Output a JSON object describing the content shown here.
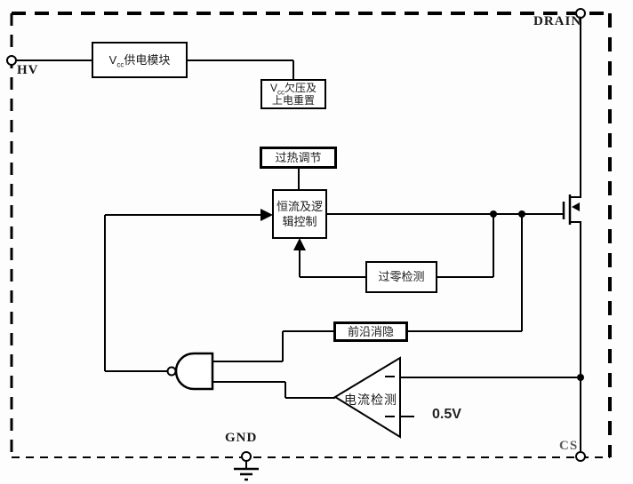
{
  "pins": {
    "hv": "HV",
    "drain": "DRAIN",
    "gnd": "GND",
    "cs": "CS"
  },
  "blocks": {
    "vcc_supply": {
      "v": "V",
      "sub": "cc",
      "rest": "供电模块"
    },
    "uvlo": {
      "v": "V",
      "sub": "cc",
      "line1_rest": "欠压及",
      "line2": "上电重置"
    },
    "otp": "过热调节",
    "cc_logic": {
      "line1": "恒流及逻",
      "line2": "辑控制"
    },
    "zcd": "过零检测",
    "leb": "前沿消隐",
    "comparator": "电流检测"
  },
  "values": {
    "vref": "0.5V",
    "minus_top": "−",
    "minus_bottom": "−"
  },
  "colors": {
    "line": "#000000",
    "background": "#ffffff",
    "box_border": "#000000"
  }
}
